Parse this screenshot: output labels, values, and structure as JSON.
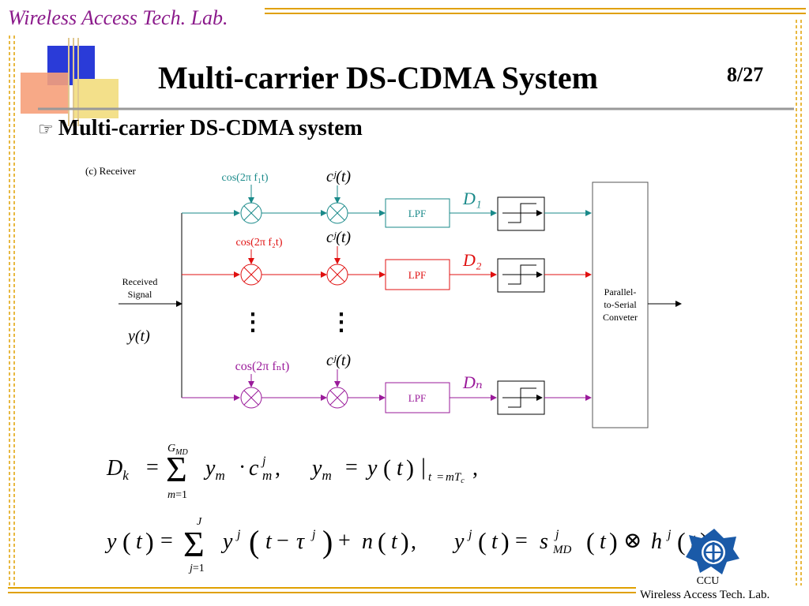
{
  "header": {
    "lab_name": "Wireless Access Tech. Lab.",
    "title": "Multi-carrier DS-CDMA System",
    "page": "8/27"
  },
  "bullet": {
    "icon": "pointing-hand-icon",
    "text": "Multi-carrier DS-CDMA system"
  },
  "diagram": {
    "caption": "(c) Receiver",
    "input_label_1": "Received",
    "input_label_2": "Signal",
    "input_var": "y(t)",
    "carrier_1": "cos(2π f₁t)",
    "carrier_2": "cos(2π f₂t)",
    "carrier_N": "cos(2π fₙt)",
    "code": "cʲ(t)",
    "lpf": "LPF",
    "out_1": "D₁",
    "out_2": "D₂",
    "out_N": "Dₙ",
    "dots": "⋮",
    "ps_line1": "Parallel-",
    "ps_line2": "to-Serial",
    "ps_line3": "Conveter",
    "colors": {
      "branch1": "#1a8a8a",
      "branch2": "#e01010",
      "branchN": "#9a1a9a",
      "lab": "#8b1a8b"
    }
  },
  "equations": {
    "eq1": "D_k = Σ_{m=1}^{G_MD} y_m · c_m^j ,   y_m = y(t) |_{t=mT_c} ,",
    "eq2": "y(t) = Σ_{j=1}^{J} y^j(t − τ^j) + n(t),   y^j(t) = s_MD^j(t) ⊗ h^j(t)"
  },
  "footer": {
    "logo": "ccu-seal-icon",
    "short": "CCU",
    "lab": "Wireless Access Tech. Lab."
  }
}
